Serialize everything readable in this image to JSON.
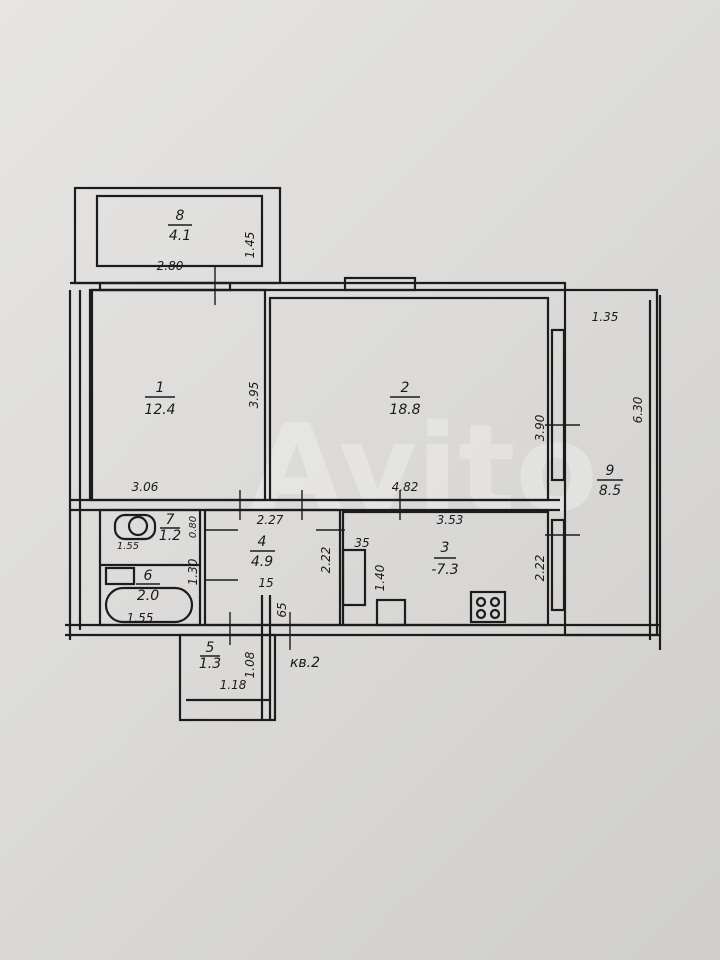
{
  "watermark": "Avito",
  "apartment_label": "кв.2",
  "rooms": [
    {
      "number": "1",
      "area": "12.4",
      "dims": [
        "3.95",
        "3.06"
      ]
    },
    {
      "number": "2",
      "area": "18.8",
      "dims": [
        "3.90",
        "4.82"
      ]
    },
    {
      "number": "3",
      "area": "-7.3",
      "dims": [
        "3.53",
        "35",
        "1.40",
        "2.22",
        "2.22"
      ]
    },
    {
      "number": "4",
      "area": "4.9",
      "dims": [
        "2.27",
        "15",
        "65",
        "2.22"
      ]
    },
    {
      "number": "5",
      "area": "1.3",
      "dims": [
        "1.08",
        "1.18"
      ]
    },
    {
      "number": "6",
      "area": "2.0",
      "dims": [
        "1.30",
        "1.55"
      ]
    },
    {
      "number": "7",
      "area": "1.2",
      "dims": [
        "0.80",
        "1.55"
      ]
    },
    {
      "number": "8",
      "area": "4.1",
      "dims": [
        "1.45",
        "2.80"
      ]
    },
    {
      "number": "9",
      "area": "8.5",
      "dims": [
        "1.35",
        "6.30"
      ]
    }
  ]
}
